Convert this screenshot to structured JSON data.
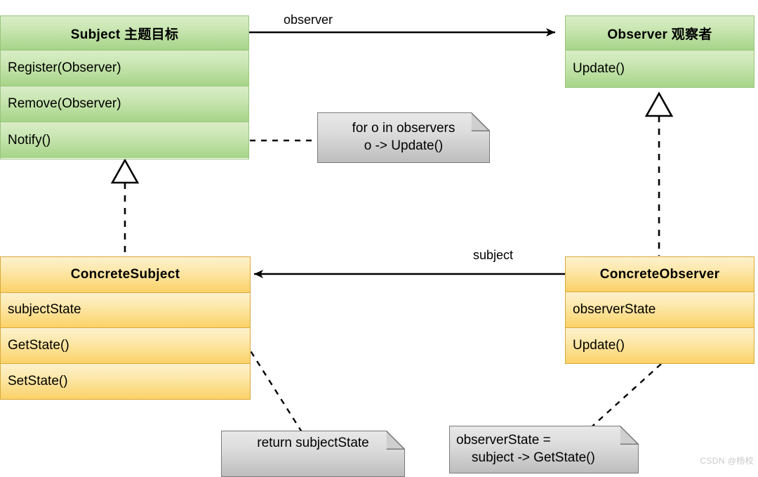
{
  "diagram": {
    "title": "Observer Pattern UML Class Diagram",
    "colors": {
      "class_green_border": "#9ac47c",
      "class_green_fill_top": "#d9edc7",
      "class_green_fill_bottom": "#a6d488",
      "class_yellow_border": "#d9a93c",
      "class_yellow_fill_top": "#fdf1cd",
      "class_yellow_fill_bottom": "#fbd268",
      "note_border": "#7a7a7a",
      "note_fill_top": "#e8e8e8",
      "note_fill_bottom": "#bdbdbd",
      "line": "#000000",
      "background": "#ffffff",
      "watermark": "#c9c9c9"
    },
    "classes": {
      "subject": {
        "name": "Subject 主题目标",
        "members": [
          "Register(Observer)",
          "Remove(Observer)",
          "Notify()"
        ]
      },
      "observer": {
        "name": "Observer 观察者",
        "members": [
          "Update()"
        ]
      },
      "concrete_subject": {
        "name": "ConcreteSubject",
        "members": [
          "subjectState",
          "GetState()",
          "SetState()"
        ]
      },
      "concrete_observer": {
        "name": "ConcreteObserver",
        "members": [
          "observerState",
          "Update()"
        ]
      }
    },
    "notes": {
      "notify_note": {
        "line1": "for o in observers",
        "line2": "o -> Update()"
      },
      "get_state_note": {
        "line1": "return subjectState",
        "line2": ""
      },
      "update_note": {
        "line1": "observerState =",
        "line2": "subject -> GetState()"
      }
    },
    "edges": {
      "observer_association": "observer",
      "subject_association": "subject"
    },
    "watermark": "CSDN @杨校"
  }
}
